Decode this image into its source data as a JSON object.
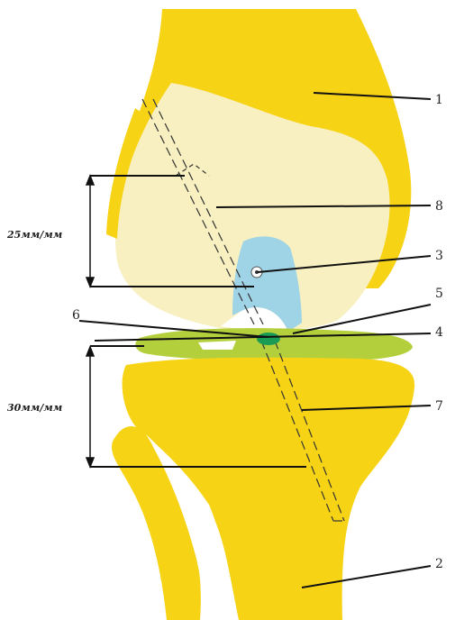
{
  "colors": {
    "bone": "#f7d316",
    "cartilage": "#f8f0c0",
    "meniscus": "#b4cf3c",
    "notch": "#9fd3e6",
    "graft": "#1a9c55",
    "line": "#111111",
    "background": "#ffffff"
  },
  "labels": {
    "l1": "1",
    "l2": "2",
    "l3": "3",
    "l4": "4",
    "l5": "5",
    "l6": "6",
    "l7": "7",
    "l8": "8"
  },
  "dimensions": {
    "femoral": "25мм/мм",
    "tibial": "30мм/мм"
  }
}
